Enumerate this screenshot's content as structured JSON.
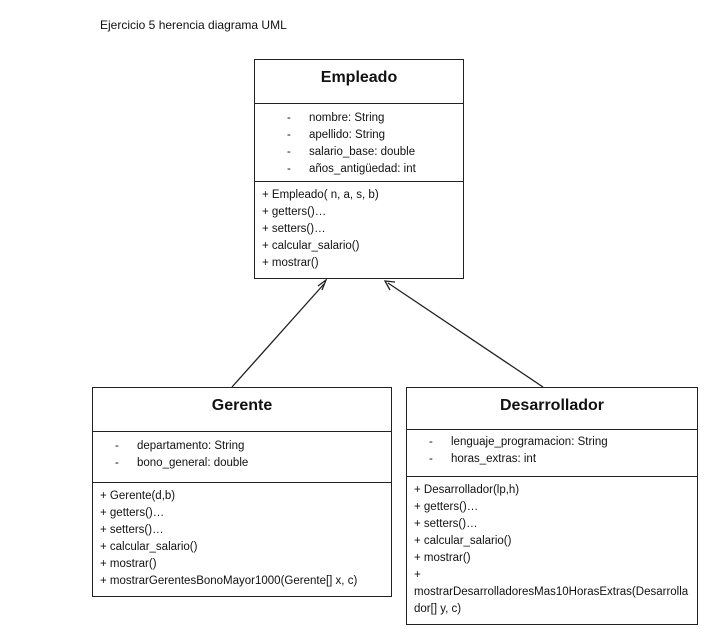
{
  "page_title": "Ejercicio 5 herencia diagrama UML",
  "classes": {
    "empleado": {
      "name": "Empleado",
      "attributes": [
        "nombre: String",
        "apellido: String",
        "salario_base: double",
        "años_antigüedad: int"
      ],
      "methods": [
        "+ Empleado( n, a, s, b)",
        "+ getters()…",
        "+ setters()…",
        "+ calcular_salario()",
        "+ mostrar()"
      ]
    },
    "gerente": {
      "name": "Gerente",
      "attributes": [
        "departamento: String",
        "bono_general: double"
      ],
      "methods": [
        "+ Gerente(d,b)",
        "+ getters()…",
        "+ setters()…",
        "+ calcular_salario()",
        "+ mostrar()",
        "+ mostrarGerentesBonoMayor1000(Gerente[] x, c)"
      ]
    },
    "desarrollador": {
      "name": "Desarrollador",
      "attributes": [
        "lenguaje_programacion: String",
        "horas_extras: int"
      ],
      "methods": [
        "+ Desarrollador(lp,h)",
        "+ getters()…",
        "+ setters()…",
        "+ calcular_salario()",
        "+ mostrar()",
        "+",
        "mostrarDesarrolladoresMas10HorasExtras(Desarrollador[] y, c)"
      ]
    }
  },
  "attribute_marker": "-"
}
